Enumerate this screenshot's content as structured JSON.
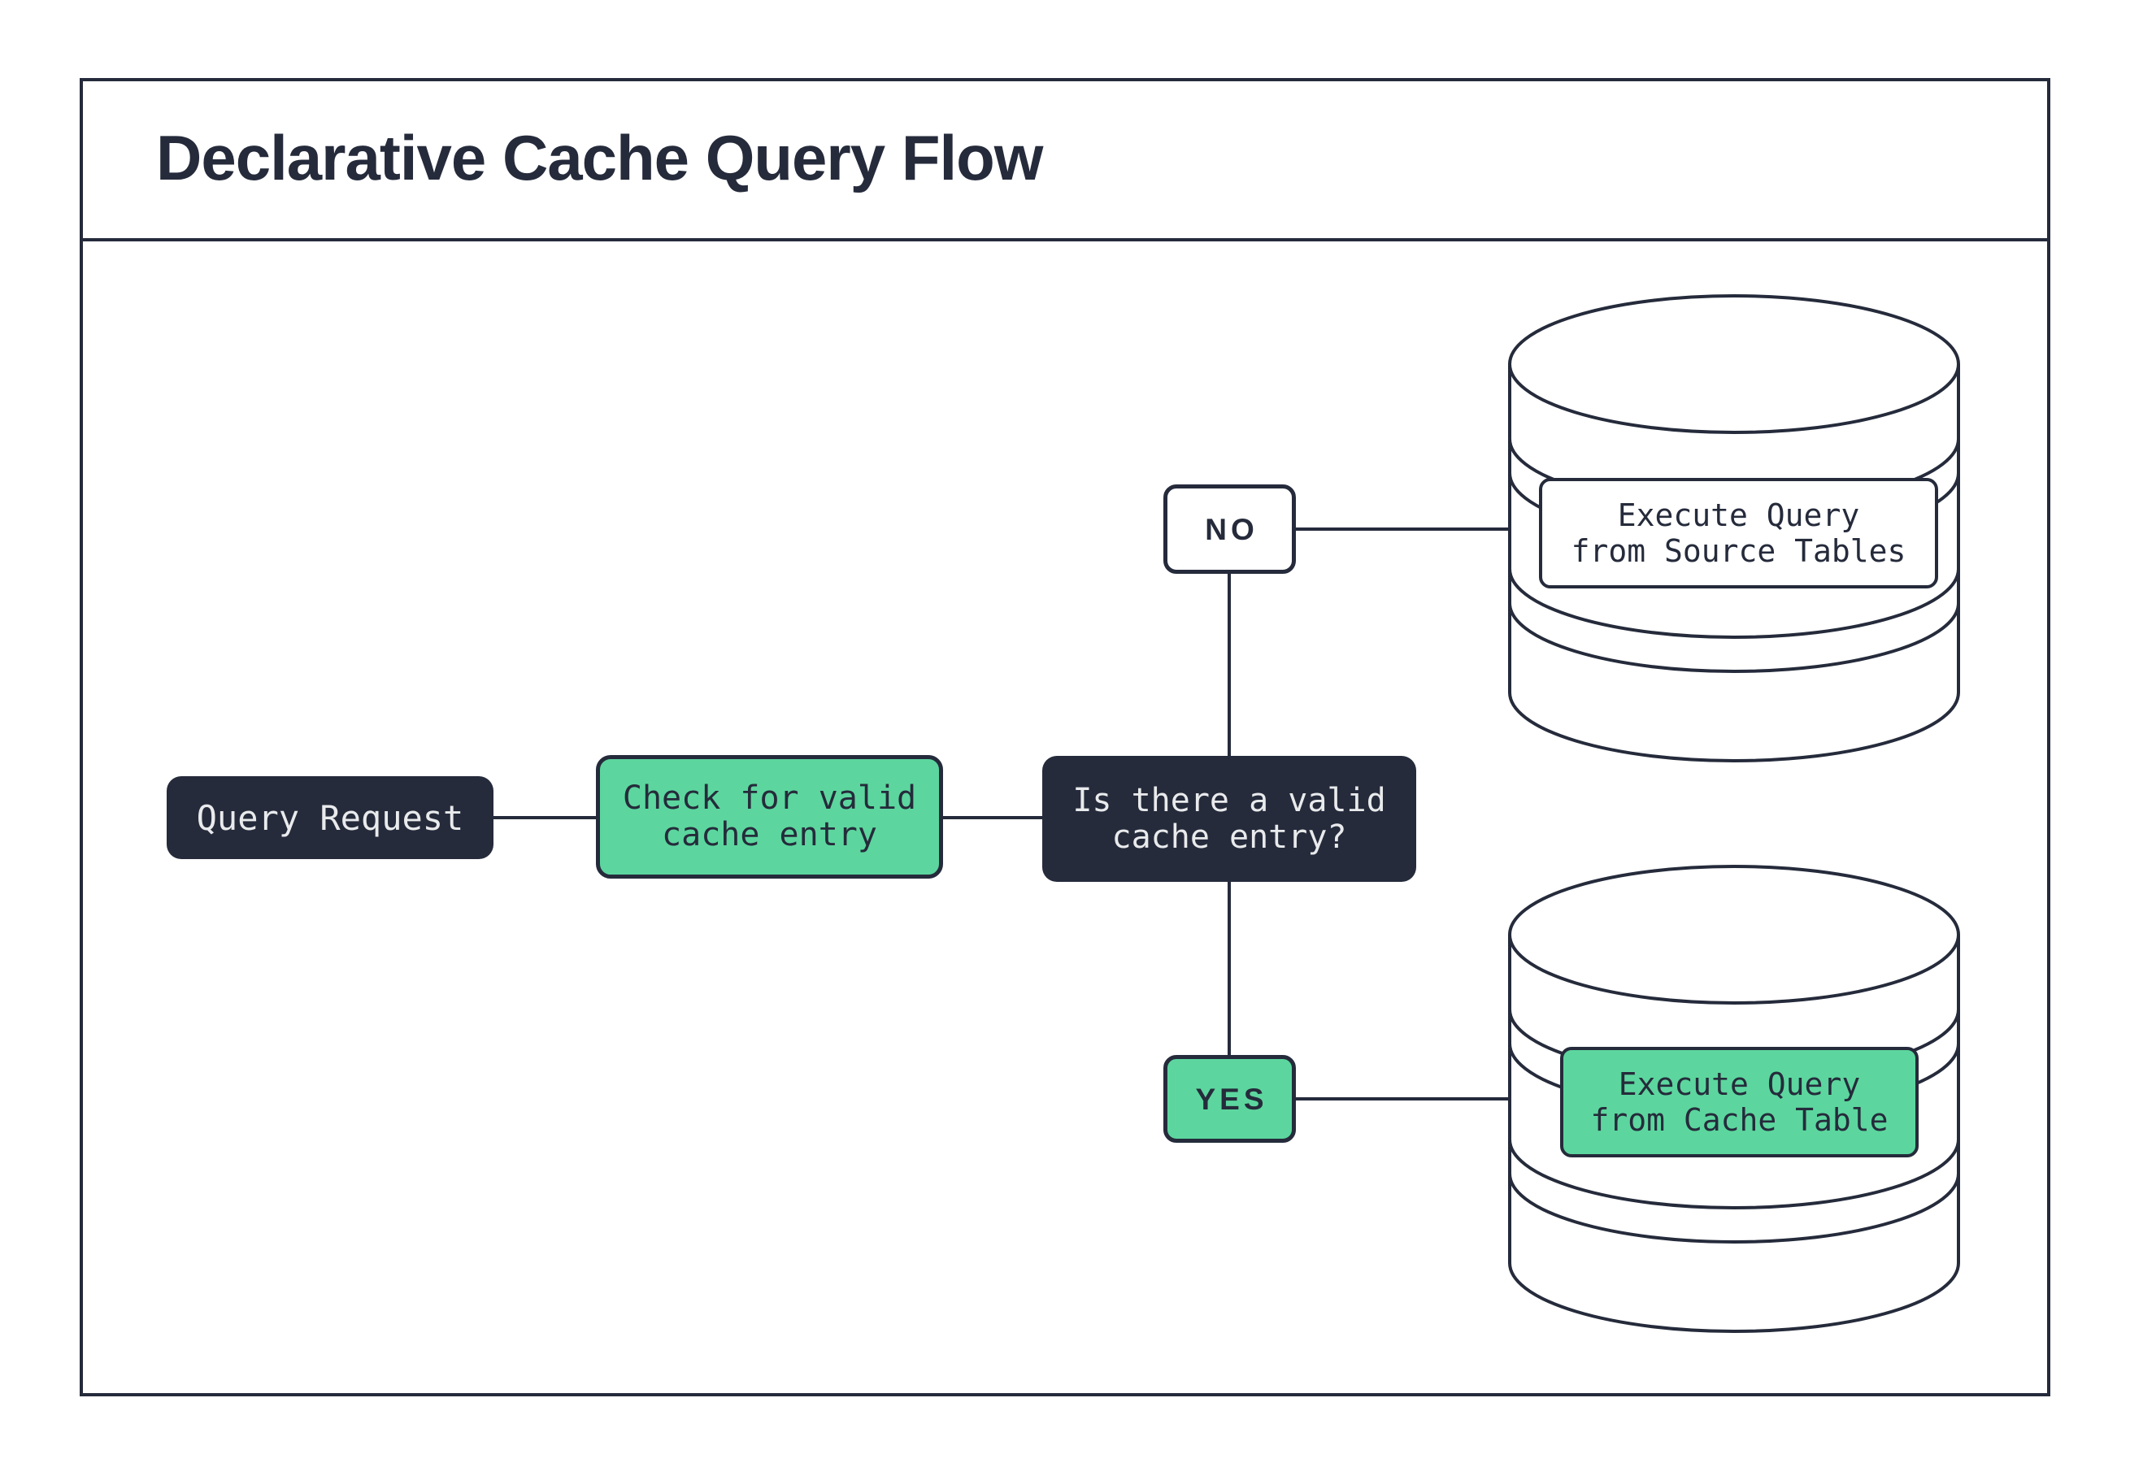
{
  "title": "Declarative Cache Query Flow",
  "colors": {
    "navy": "#252B3B",
    "green": "#5CD69E",
    "light_text": "#E9EAEC",
    "background": "#FFFFFF"
  },
  "nodes": {
    "query_request": {
      "label": "Query Request"
    },
    "check_cache": {
      "line1": "Check for valid",
      "line2": "cache entry"
    },
    "decision": {
      "line1": "Is there a valid",
      "line2": "cache entry?"
    },
    "source_db": {
      "line1": "Execute Query",
      "line2": "from Source Tables"
    },
    "cache_db": {
      "line1": "Execute Query",
      "line2": "from Cache Table"
    }
  },
  "edge_labels": {
    "no": "NO",
    "yes": "YES"
  }
}
